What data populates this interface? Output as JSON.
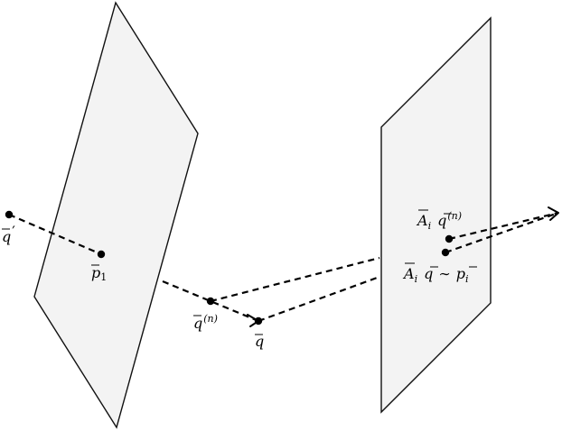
{
  "points": {
    "q_prime": {
      "symbol": "q",
      "accent": "bar",
      "prime": "′"
    },
    "p1": {
      "symbol": "p",
      "accent": "bar",
      "subscript": "1"
    },
    "q_n": {
      "symbol": "q",
      "accent": "bar",
      "superscript": "(n)"
    },
    "q": {
      "symbol": "q",
      "accent": "bar"
    },
    "Ai_q_n": {
      "matrix": "A",
      "matrix_subscript": "i",
      "symbol": "q",
      "superscript": "(n)"
    },
    "Ai_q_sim_pi": {
      "matrix": "A",
      "matrix_subscript": "i",
      "symbol": "q",
      "relation": "∼",
      "rhs_symbol": "p",
      "rhs_subscript": "i"
    }
  },
  "colors": {
    "plane_fill": "#f3f3f3",
    "stroke": "#000000"
  }
}
